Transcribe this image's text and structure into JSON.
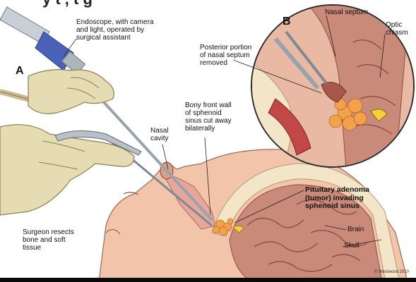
{
  "title_fragment": "y     t   , t   g",
  "panels": {
    "a": "A",
    "b": "B"
  },
  "labels": {
    "endoscope": "Endoscope, with camera\nand light, operated by\nsurgical assistant",
    "nasal_septum": "Nasal septum",
    "optic_chiasm": "Optic\nchiasm",
    "posterior_septum": "Posterior portion\nof nasal septum\nremoved",
    "bony_wall": "Bony front wall\nof sphenoid\nsinus cut away\nbilaterally",
    "nasal_cavity": "Nasal\ncavity",
    "pituitary": "Pituitary adenoma\n(tumor) invading\nsphenoid sinus",
    "brain": "Brain",
    "skull": "Skull",
    "surgeon": "Surgeon resects\nbone and soft\ntissue"
  },
  "copyright": "© Westwood 2010",
  "colors": {
    "skin": "#f2c4aa",
    "glove": "#e6dcb4",
    "brain": "#c98a7a",
    "bone": "#f3e6c8",
    "tumor": "#f2a24a",
    "instrument": "#9aa3ad",
    "endoscope_band": "#4a63b8",
    "mucosa": "#c24848"
  }
}
